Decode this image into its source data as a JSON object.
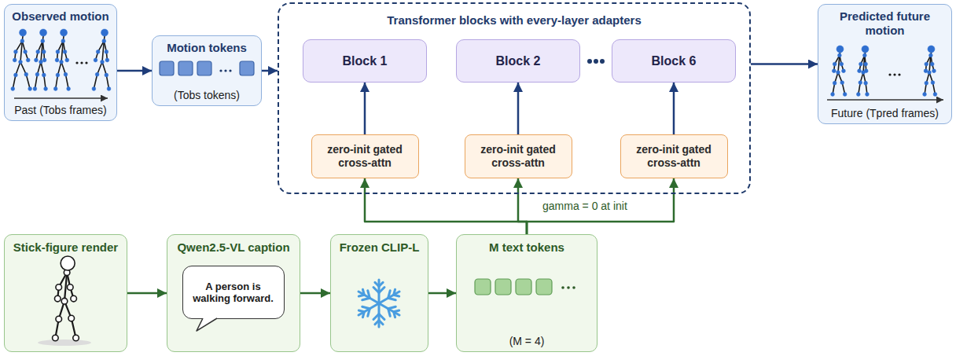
{
  "diagram": {
    "nodes": [
      {
        "text": [
          "Observed motion",
          "Past (Tobs frames)"
        ]
      },
      {
        "text": [
          "Motion tokens",
          "(Tobs tokens)"
        ]
      },
      {
        "text": [
          "Transformer blocks with every-layer adapters"
        ]
      },
      {
        "text": [
          "Block 1"
        ],
        "in": 2
      },
      {
        "text": [
          "Block 2"
        ],
        "in": 2
      },
      {
        "text": [
          "Block 6"
        ],
        "in": 2
      },
      {
        "text": [
          "zero-init gated cross-attn"
        ],
        "in": 2
      },
      {
        "text": [
          "zero-init gated cross-attn"
        ],
        "in": 2
      },
      {
        "text": [
          "zero-init gated cross-attn"
        ],
        "in": 2
      },
      {
        "text": [
          "Predicted future motion",
          "Future (Tpred frames)"
        ]
      },
      {
        "text": [
          "Stick-figure render"
        ]
      },
      {
        "text": [
          "Qwen2.5-VL caption"
        ]
      },
      {
        "text": [
          "A person is walking forward."
        ],
        "in": 11
      },
      {
        "text": [
          "Frozen CLIP-L"
        ]
      },
      {
        "text": [
          "M text tokens",
          "(M = 4)"
        ]
      }
    ],
    "edges": [
      {
        "from": 0,
        "to": 1,
        "arrow": "to"
      },
      {
        "from": 1,
        "to": 2,
        "arrow": "to"
      },
      {
        "from": 2,
        "to": 9,
        "arrow": "to"
      },
      {
        "from": 6,
        "to": 3,
        "arrow": "to"
      },
      {
        "from": 7,
        "to": 4,
        "arrow": "to"
      },
      {
        "from": 8,
        "to": 5,
        "arrow": "to"
      },
      {
        "from": 10,
        "to": 11,
        "arrow": "to"
      },
      {
        "from": 11,
        "to": 13,
        "arrow": "to"
      },
      {
        "from": 13,
        "to": 14,
        "arrow": "to"
      },
      {
        "from": 14,
        "to": 6,
        "arrow": "to"
      },
      {
        "from": 14,
        "to": 7,
        "arrow": "to"
      },
      {
        "from": 14,
        "to": 8,
        "arrow": "to"
      }
    ],
    "labels": [
      "gamma = 0 at init"
    ]
  }
}
